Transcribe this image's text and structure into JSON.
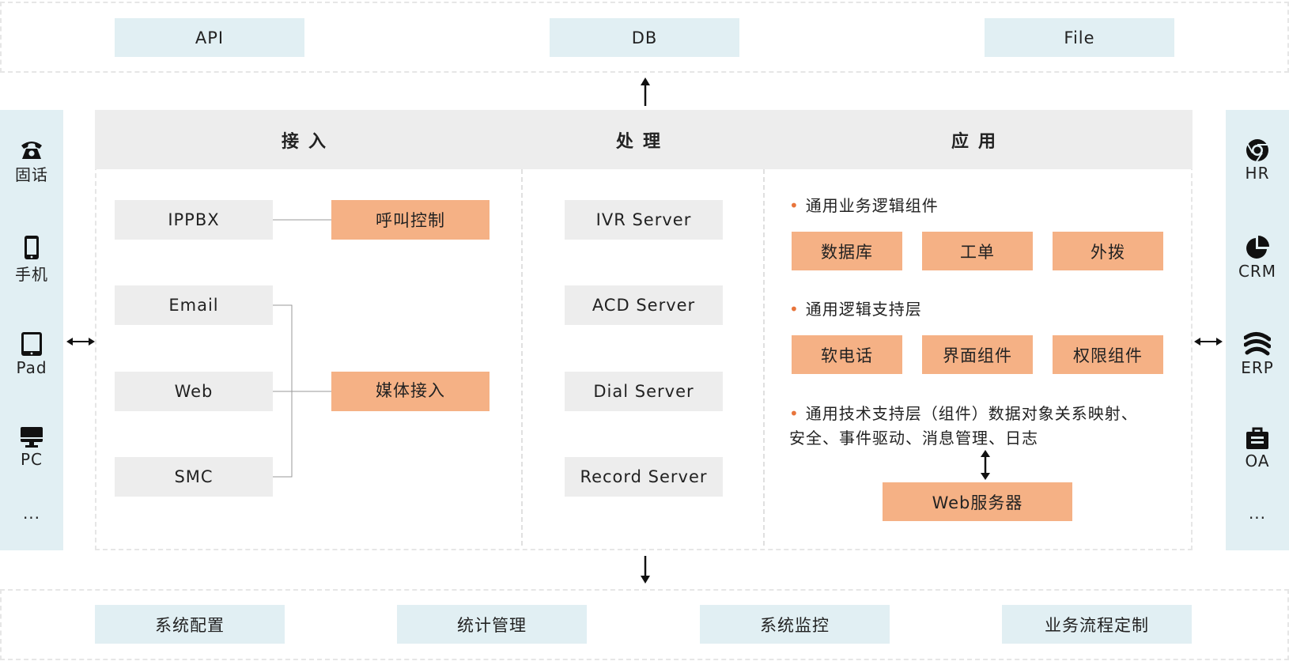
{
  "top": {
    "items": [
      "API",
      "DB",
      "File"
    ]
  },
  "bottom": {
    "items": [
      "系统配置",
      "统计管理",
      "系统监控",
      "业务流程定制"
    ]
  },
  "left": {
    "items": [
      {
        "label": "固话",
        "icon": "phone-icon"
      },
      {
        "label": "手机",
        "icon": "mobile-icon"
      },
      {
        "label": "Pad",
        "icon": "tablet-icon"
      },
      {
        "label": "PC",
        "icon": "desktop-icon"
      }
    ],
    "more": "..."
  },
  "right": {
    "items": [
      {
        "label": "HR",
        "icon": "chrome-icon"
      },
      {
        "label": "CRM",
        "icon": "pie-chart-icon"
      },
      {
        "label": "ERP",
        "icon": "wave-icon"
      },
      {
        "label": "OA",
        "icon": "briefcase-icon"
      }
    ],
    "more": "..."
  },
  "headers": {
    "access": "接入",
    "process": "处理",
    "application": "应用"
  },
  "access": {
    "ippbx": "IPPBX",
    "email": "Email",
    "web": "Web",
    "smc": "SMC",
    "call_control": "呼叫控制",
    "media_access": "媒体接入"
  },
  "process": {
    "servers": [
      "IVR Server",
      "ACD Server",
      "Dial Server",
      "Record Server"
    ]
  },
  "application": {
    "section1_title": "通用业务逻辑组件",
    "section1_items": [
      "数据库",
      "工单",
      "外拨"
    ],
    "section2_title": "通用逻辑支持层",
    "section2_items": [
      "软电话",
      "界面组件",
      "权限组件"
    ],
    "section3_line1": "通用技术支持层（组件）数据对象关系映射、",
    "section3_line2": "安全、事件驱动、消息管理、日志",
    "web_server": "Web服务器"
  },
  "colors": {
    "blue_box": "#e1eff3",
    "gray_box": "#ededed",
    "orange_box": "#f5b185",
    "header_bg": "#ededed",
    "bullet": "#e8743b"
  }
}
